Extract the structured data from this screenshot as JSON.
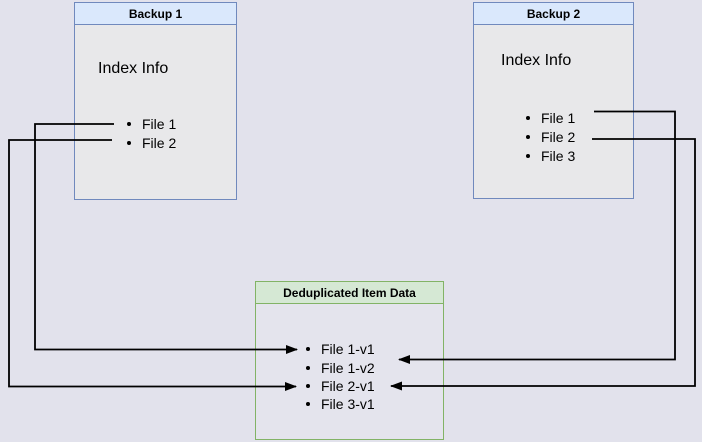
{
  "diagram": {
    "backup1": {
      "title": "Backup 1",
      "subtitle": "Index Info",
      "items": [
        "File 1",
        "File 2"
      ]
    },
    "backup2": {
      "title": "Backup 2",
      "subtitle": "Index Info",
      "items": [
        "File 1",
        "File 2",
        "File 3"
      ]
    },
    "dedup": {
      "title": "Deduplicated Item Data",
      "items": [
        "File 1-v1",
        "File 1-v2",
        "File 2-v1",
        "File 3-v1"
      ]
    },
    "connections": [
      {
        "from": "Backup 1 / File 1",
        "to": "File 1-v1"
      },
      {
        "from": "Backup 1 / File 2",
        "to": "File 2-v1"
      },
      {
        "from": "Backup 2 / File 1",
        "to": "File 1-v2"
      },
      {
        "from": "Backup 2 / File 2",
        "to": "File 2-v1"
      }
    ],
    "colors": {
      "page_background": "#e2e2ec",
      "backup_border": "#7089bd",
      "backup_header_fill": "#dae8fc",
      "dedup_border": "#82b366",
      "dedup_header_fill": "#d5e8d4",
      "line_color": "#000000"
    }
  }
}
